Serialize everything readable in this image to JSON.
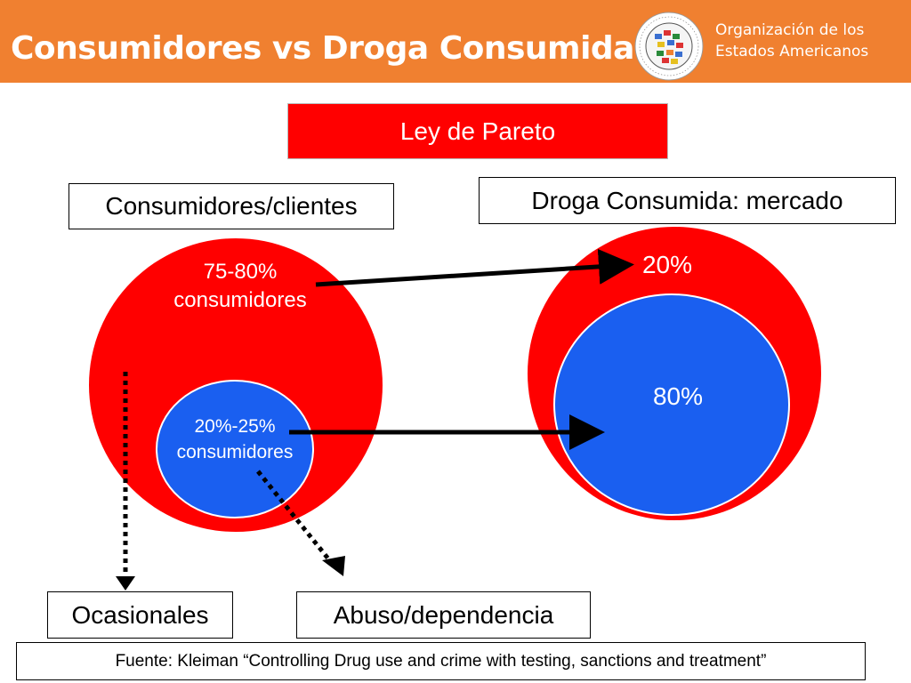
{
  "header": {
    "title": "Consumidores vs Droga Consumida",
    "org_line1": "Organización de los",
    "org_line2": "Estados Americanos"
  },
  "pareto_label": "Ley de Pareto",
  "left": {
    "heading": "Consumidores/clientes",
    "outer_line1": "75-80%",
    "outer_line2": "consumidores",
    "inner_line1": "20%-25%",
    "inner_line2": "consumidores"
  },
  "right": {
    "heading": "Droga Consumida: mercado",
    "outer_label": "20%",
    "inner_label": "80%"
  },
  "outcomes": {
    "occasional": "Ocasionales",
    "abuse": "Abuso/dependencia"
  },
  "source": "Fuente: Kleiman “Controlling Drug use and crime with testing, sanctions and treatment”",
  "colors": {
    "header_bg": "#f08030",
    "red": "#ff0000",
    "blue": "#1a5ff0"
  }
}
